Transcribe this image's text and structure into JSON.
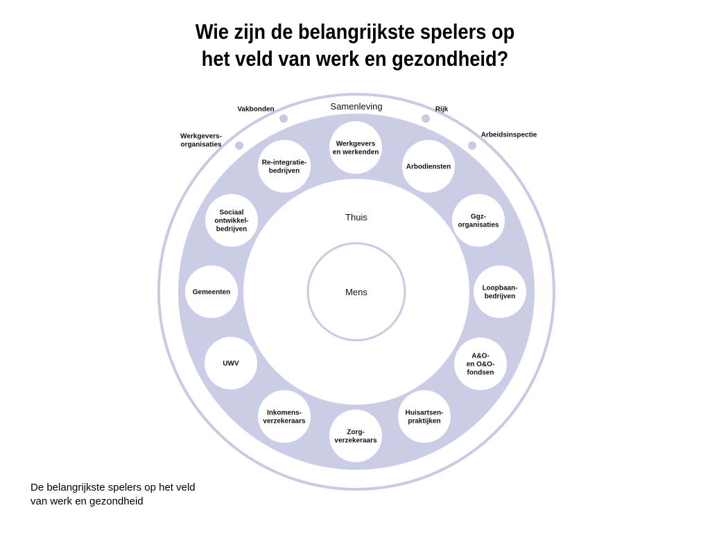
{
  "title": [
    "Wie zijn de belangrijkste spelers op",
    "het veld van werk en gezondheid?"
  ],
  "caption": [
    "De belangrijkste spelers op het veld",
    "van werk en gezondheid"
  ],
  "colors": {
    "band": "#cbcde6",
    "ring": "#c8cae4",
    "dot": "#c8cae4"
  },
  "rings": {
    "outer": "Samenleving",
    "middle": "Thuis",
    "center": "Mens"
  },
  "outer_players": [
    [
      "Werkgevers-",
      "organisaties"
    ],
    [
      "Vakbonden"
    ],
    [
      "Rijk"
    ],
    [
      "Arbeidsinspectie"
    ]
  ],
  "players": [
    [
      "Werkgevers",
      "en werkenden"
    ],
    [
      "Arbodiensten"
    ],
    [
      "Ggz-",
      "organisaties"
    ],
    [
      "Loopbaan-",
      "bedrijven"
    ],
    [
      "A&O-",
      "en O&O-",
      "fondsen"
    ],
    [
      "Huisartsen-",
      "praktijken"
    ],
    [
      "Zorg-",
      "verzekeraars"
    ],
    [
      "Inkomens-",
      "verzekeraars"
    ],
    [
      "UWV"
    ],
    [
      "Gemeenten"
    ],
    [
      "Sociaal",
      "ontwikkel-",
      "bedrijven"
    ],
    [
      "Re-integratie-",
      "bedrijven"
    ]
  ]
}
